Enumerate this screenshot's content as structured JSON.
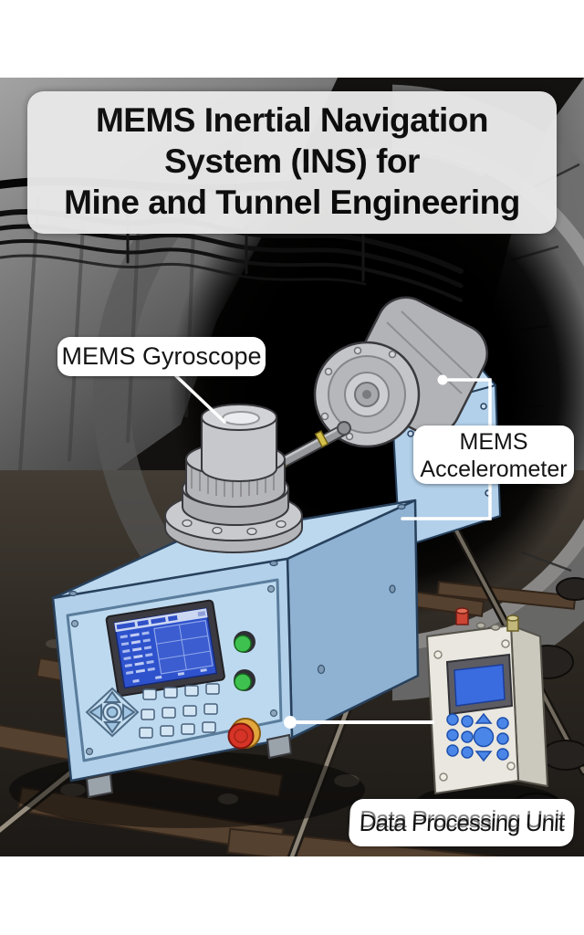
{
  "banner": {
    "lines": [
      "MEMS Inertial Navigation",
      "System (INS) for",
      "Mine and Tunnel Engineering"
    ]
  },
  "labels": {
    "gyroscope": "MEMS Gyroscope",
    "accelerometer": "MEMS Accelerometer",
    "data_processing_unit": "Data Processing Unit"
  },
  "colors": {
    "banner_bg": "#e9e9e9",
    "label_bg": "#ffffff",
    "text_dark": "#0c0c0c",
    "device_blue_top": "#bcd8ee",
    "device_blue_front": "#b2d0ea",
    "device_blue_side": "#8fb2d2",
    "panel_blue": "#bdd9ef",
    "screen_blue": "#2e52cc",
    "green_button": "#3fc14f",
    "estop_red": "#d63426",
    "estop_ring": "#e2a63c",
    "dpu_body": "#e9e7df",
    "dpu_button_blue": "#4a86e8",
    "dpu_screen": "#3a6ce0",
    "cap_red": "#cc4434",
    "cap_yellow": "#c2b87b",
    "callout": "#ffffff"
  }
}
